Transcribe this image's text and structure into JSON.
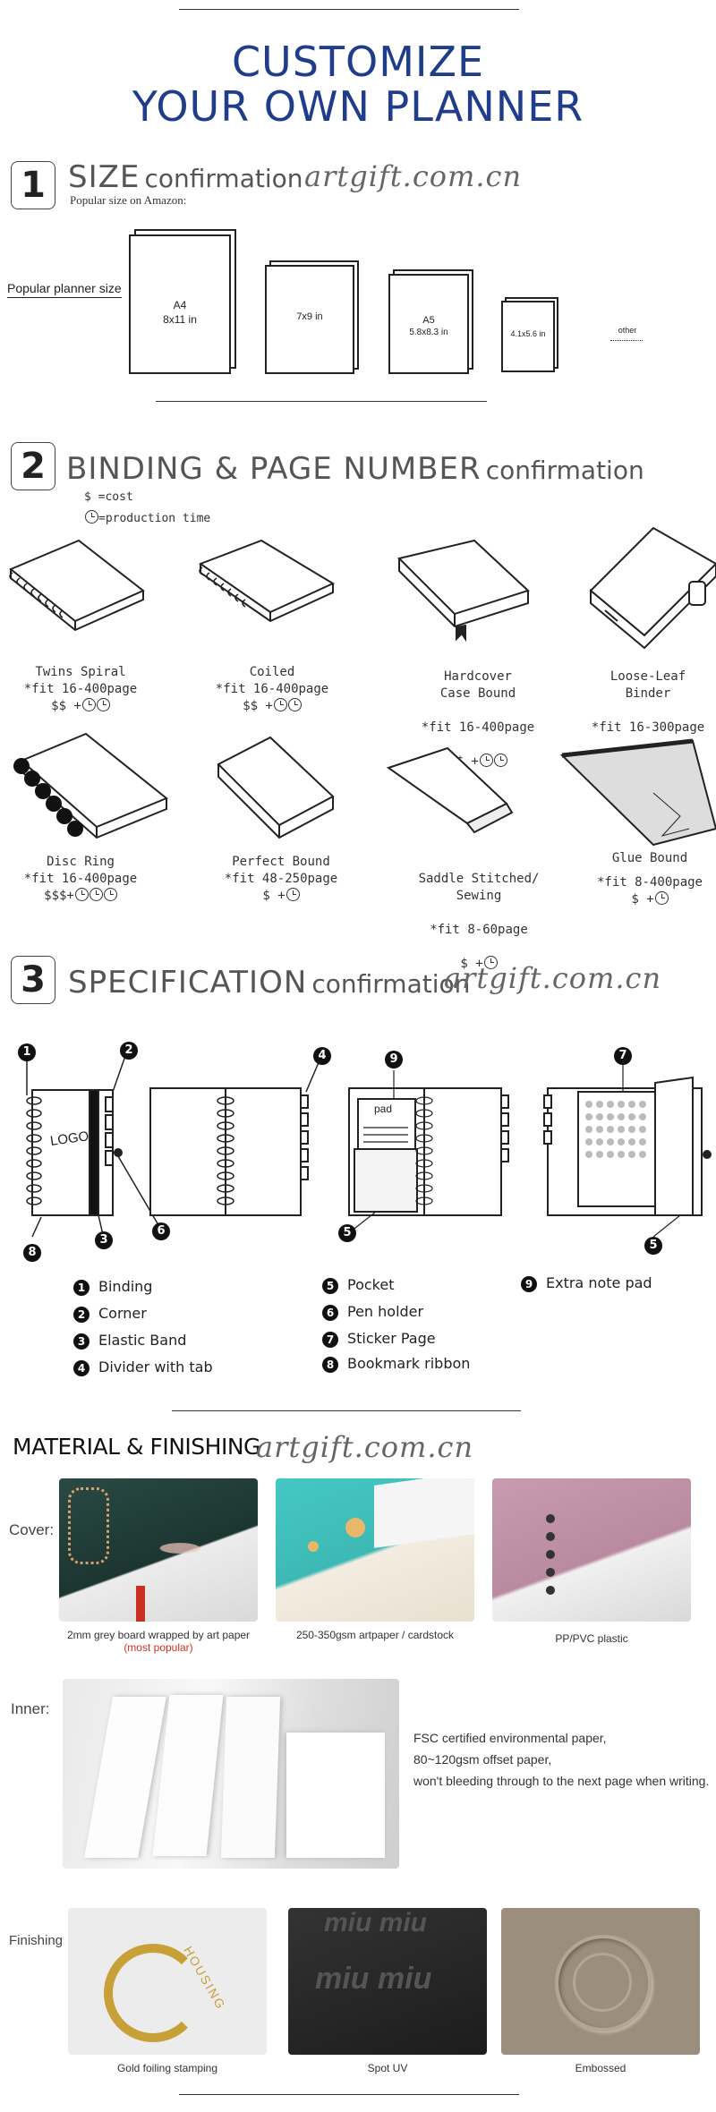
{
  "header": {
    "title_line1": "CUSTOMIZE",
    "title_line2": "YOUR OWN PLANNER"
  },
  "watermark": "artgift.com.cn",
  "size": {
    "number": "1",
    "heading_big": "SIZE",
    "heading_small": "confirmation",
    "subtitle": "Popular size on Amazon:",
    "row_label": "Popular planner size",
    "items": [
      {
        "name": "A4",
        "dims": "8x11 in"
      },
      {
        "name": "",
        "dims": "7x9 in"
      },
      {
        "name": "A5",
        "dims": "5.8x8.3 in"
      },
      {
        "name": "",
        "dims": "4.1x5.6 in"
      },
      {
        "name": "",
        "dims": "other"
      }
    ]
  },
  "binding": {
    "number": "2",
    "heading_big": "BINDING & PAGE NUMBER",
    "heading_small": "confirmation",
    "legend_cost": "$ =cost",
    "legend_time": "=production time",
    "items": [
      {
        "name": "Twins Spiral",
        "fit": "*fit 16-400page",
        "cost": "$$ +"
      },
      {
        "name": "Coiled",
        "fit": "*fit 16-400page",
        "cost": "$$ +"
      },
      {
        "name": "Hardcover\nCase Bound",
        "fit": "*fit 16-400page",
        "cost": "$$ +"
      },
      {
        "name": "Loose-Leaf\nBinder",
        "fit": "*fit 16-300page",
        "cost": "$$$+"
      },
      {
        "name": "Disc Ring",
        "fit": "*fit 16-400page",
        "cost": "$$$+"
      },
      {
        "name": "Perfect Bound",
        "fit": "*fit 48-250page",
        "cost": "$ +"
      },
      {
        "name": "Saddle Stitched/\nSewing",
        "fit": "*fit 8-60page",
        "cost": "$ +"
      },
      {
        "name": "Glue Bound",
        "fit": "*fit 8-400page",
        "cost": "$ +"
      }
    ]
  },
  "spec": {
    "number": "3",
    "heading_big": "SPECIFICATION",
    "heading_small": "confirmation",
    "logo_text": "LOGO",
    "pad_text": "pad",
    "legend": [
      {
        "n": "1",
        "label": "Binding"
      },
      {
        "n": "2",
        "label": "Corner"
      },
      {
        "n": "3",
        "label": "Elastic Band"
      },
      {
        "n": "4",
        "label": "Divider with tab"
      },
      {
        "n": "5",
        "label": "Pocket"
      },
      {
        "n": "6",
        "label": "Pen holder"
      },
      {
        "n": "7",
        "label": "Sticker Page"
      },
      {
        "n": "8",
        "label": "Bookmark ribbon"
      },
      {
        "n": "9",
        "label": "Extra note pad"
      }
    ]
  },
  "material": {
    "heading": "MATERIAL & FINISHING",
    "cover_label": "Cover:",
    "cover_captions": [
      {
        "text": "2mm grey board wrapped by art paper",
        "note": "(most popular)"
      },
      {
        "text": "250-350gsm artpaper  / cardstock",
        "note": ""
      },
      {
        "text": "PP/PVC plastic",
        "note": ""
      }
    ],
    "inner_label": "Inner:",
    "inner_text": [
      "FSC certified environmental paper,",
      "80~120gsm offset paper,",
      "won't bleeding through to the next page when writing."
    ],
    "finishing_label": "Finishing",
    "finishing_captions": [
      "Gold foiling stamping",
      "Spot UV",
      "Embossed"
    ],
    "photo_text": {
      "gold_word": "HOUSING",
      "spot_uv_word": "miu miu"
    }
  },
  "colors": {
    "title_blue": "#1f3d8a",
    "note_red": "#d03020"
  }
}
